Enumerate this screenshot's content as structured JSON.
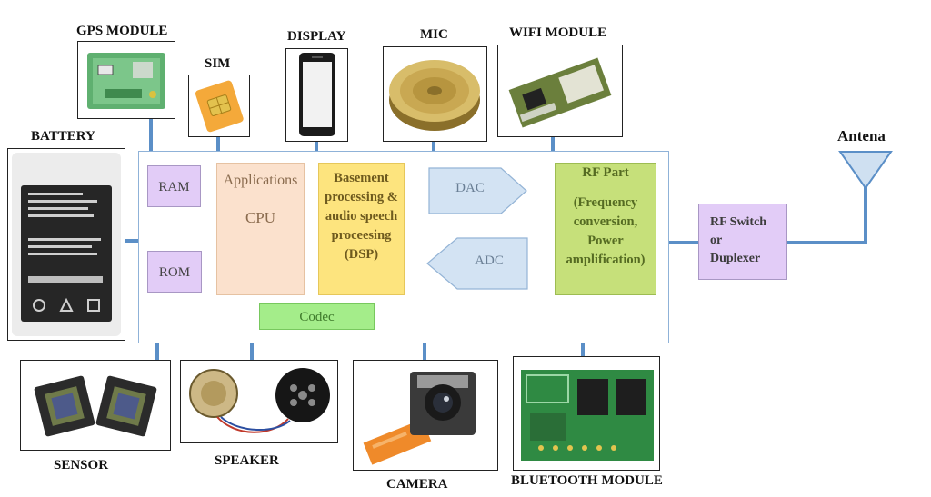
{
  "peripherals": {
    "gps": "GPS MODULE",
    "sim": "SIM",
    "display": "DISPLAY",
    "mic": "MIC",
    "wifi": "WIFI MODULE",
    "battery": "BATTERY",
    "sensor": "SENSOR",
    "speaker": "SPEAKER",
    "camera": "CAMERA",
    "bluetooth": "BLUETOOTH MODULE"
  },
  "blocks": {
    "ram": "RAM",
    "rom": "ROM",
    "applications": "Applications",
    "cpu": "CPU",
    "dsp": "Basement processing & audio speech proceesing (DSP)",
    "dac": "DAC",
    "adc": "ADC",
    "rf_part": "RF Part",
    "rf_detail": "(Frequency conversion, Power amplification)",
    "codec": "Codec",
    "rf_switch": "RF Switch or Duplexer",
    "antenna": "Antena"
  },
  "colors": {
    "connector": "#5b8fc7",
    "memory": "#e2ccf7",
    "cpu": "#fbe1cd",
    "dsp": "#fde47e",
    "converter": "#d3e3f3",
    "rf": "#c6e07a",
    "codec": "#a4ed8a",
    "rf_switch": "#e2ccf7"
  }
}
